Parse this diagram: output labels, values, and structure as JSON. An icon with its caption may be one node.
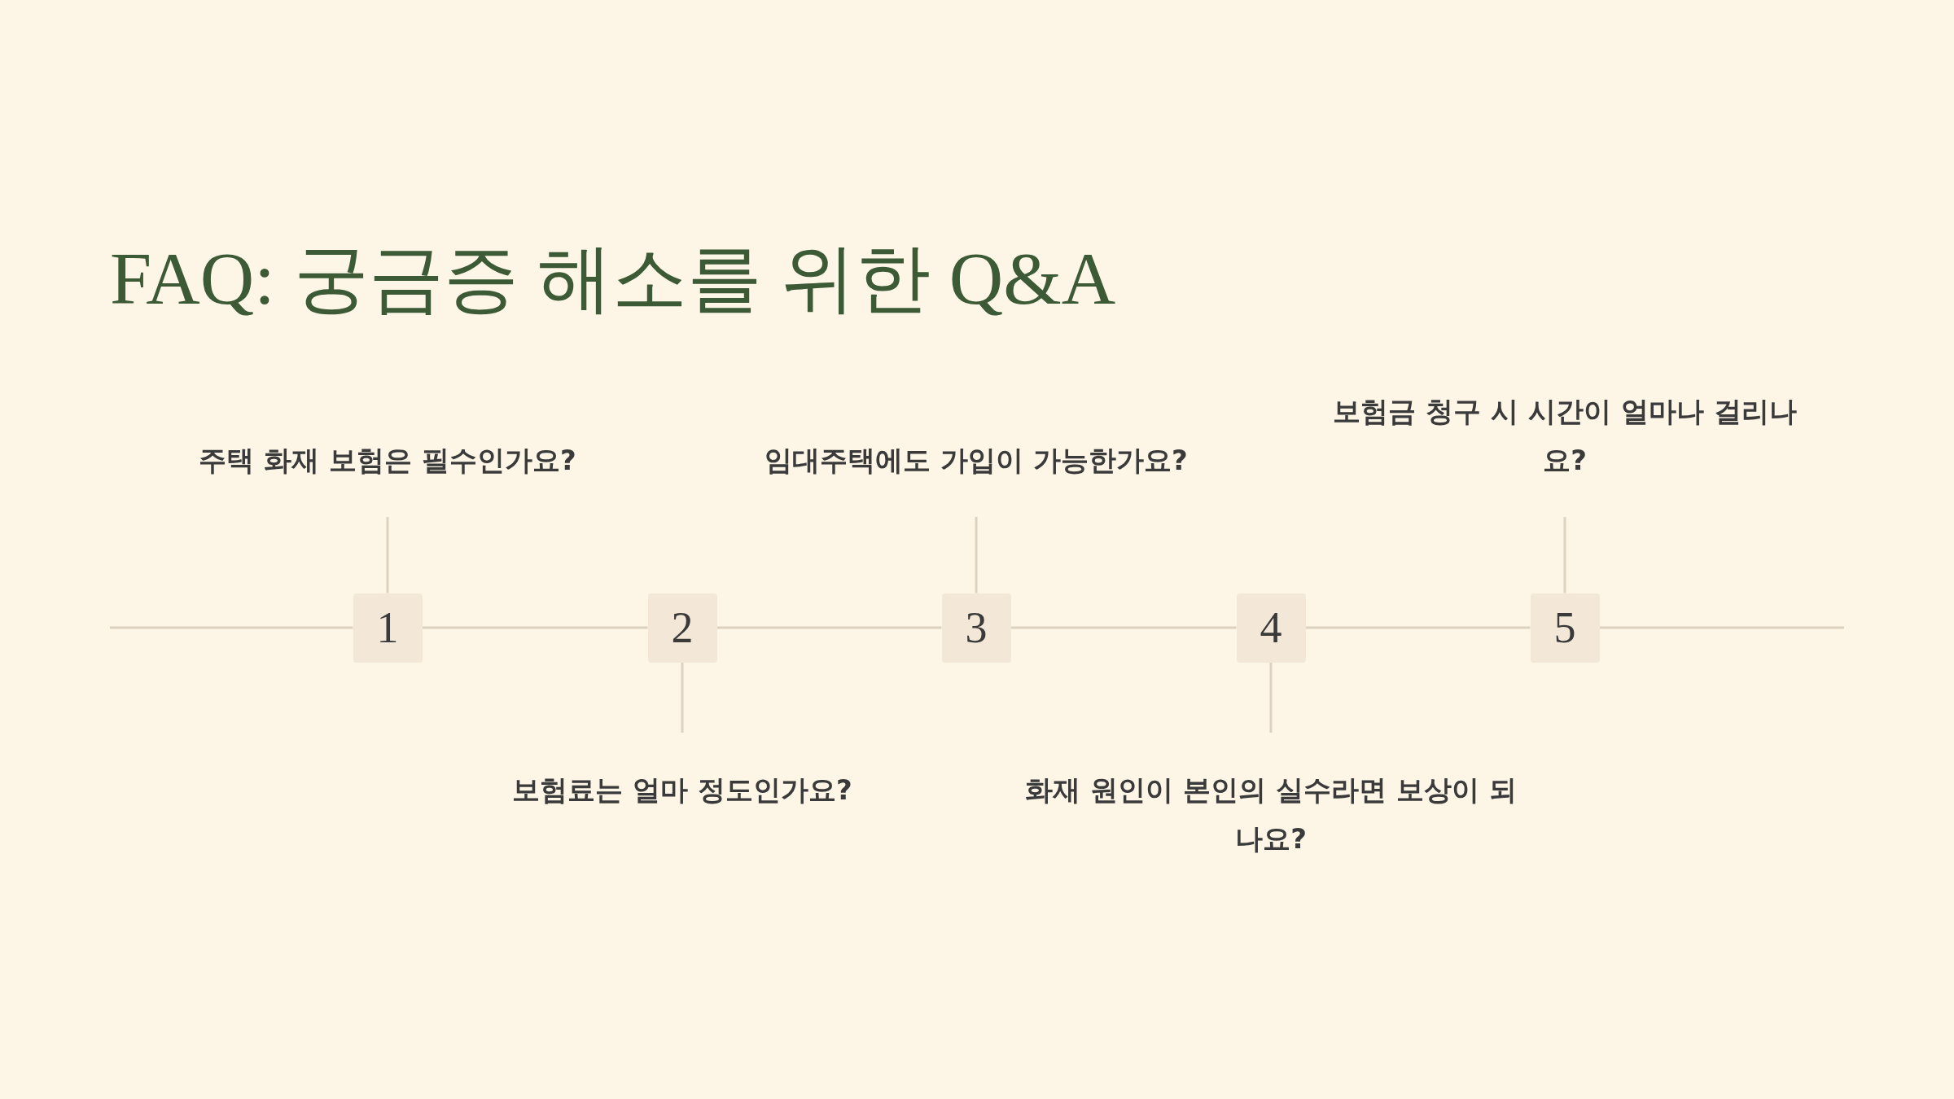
{
  "diagram": {
    "title": "FAQ: 궁금증 해소를 위한 Q&A",
    "nodes": [
      {
        "text": [
          "1"
        ]
      },
      {
        "text": [
          "2"
        ]
      },
      {
        "text": [
          "3"
        ]
      },
      {
        "text": [
          "4"
        ]
      },
      {
        "text": [
          "5"
        ]
      },
      {
        "text": [
          "주택 화재 보험은 필수인가요?"
        ]
      },
      {
        "text": [
          "보험료는 얼마 정도인가요?"
        ]
      },
      {
        "text": [
          "임대주택에도 가입이 가능한가요?"
        ]
      },
      {
        "text": [
          "화재 원인이 본인의 실수라면 보상이 되나요?"
        ]
      },
      {
        "text": [
          "보험금 청구 시 시간이 얼마나 걸리나요?"
        ]
      }
    ],
    "edges": [
      {
        "from": null,
        "to": 0,
        "arrow": "none"
      },
      {
        "from": 0,
        "to": 1,
        "arrow": "none"
      },
      {
        "from": 1,
        "to": 2,
        "arrow": "none"
      },
      {
        "from": 2,
        "to": 3,
        "arrow": "none"
      },
      {
        "from": 3,
        "to": 4,
        "arrow": "none"
      },
      {
        "from": 4,
        "to": null,
        "arrow": "none"
      },
      {
        "from": 5,
        "to": 0,
        "arrow": "none"
      },
      {
        "from": 6,
        "to": 1,
        "arrow": "none"
      },
      {
        "from": 7,
        "to": 2,
        "arrow": "none"
      },
      {
        "from": 8,
        "to": 3,
        "arrow": "none"
      },
      {
        "from": 9,
        "to": 4,
        "arrow": "none"
      }
    ]
  }
}
